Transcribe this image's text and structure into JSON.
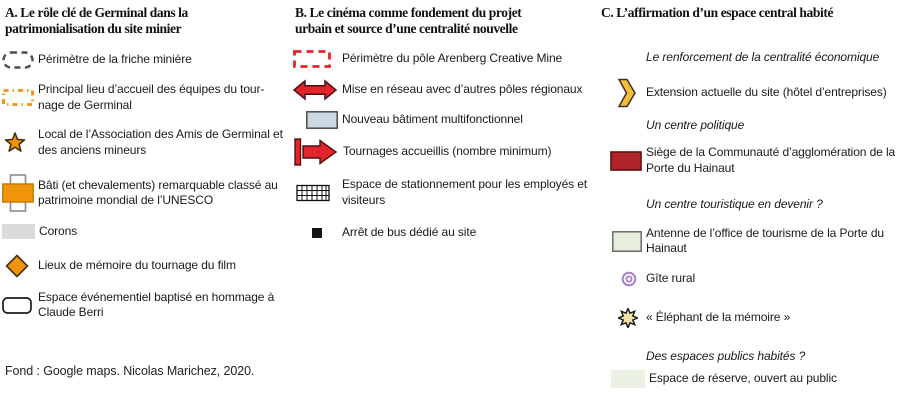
{
  "palette": {
    "orange": "#F0940C",
    "orange_border": "#c87d05",
    "dark_outline": "#453015",
    "grey_dash": "#4d4d4d",
    "grey_fill": "#DBDBDB",
    "red": "#E3242B",
    "red_outline": "#4e1114",
    "blue_grey": "#CBD7E3",
    "dark_red": "#B0252A",
    "yellow": "#F6BE35",
    "light_green": "#E6EEDC",
    "pale_green": "#EAF1E2",
    "purple": "#A77FC9",
    "cream": "#F2E2AC",
    "black": "#151515"
  },
  "columns": {
    "a": {
      "title": "A. Le rôle clé de Germinal dans la\npatrimonialisation du site minier",
      "items": [
        {
          "icon": "dashed-perimeter-icon",
          "label": "Périmètre de la friche minière"
        },
        {
          "icon": "dashed-rect-orange-icon",
          "label": "Principal lieu d’accueil des équipes du tour-\nnage de Germinal"
        },
        {
          "icon": "star-icon",
          "label": "Local de l’Association des Amis de Germinal et\ndes anciens mineurs"
        },
        {
          "icon": "unesco-building-icon",
          "label": "Bâti (et chevalements) remarquable classé au\npatrimoine mondial de l’UNESCO"
        },
        {
          "icon": "corons-swatch",
          "label": "Corons"
        },
        {
          "icon": "diamond-icon",
          "label": "Lieux de mémoire du tournage du film"
        },
        {
          "icon": "rounded-rect-icon",
          "label": "Espace événementiel baptisé en hommage à\nClaude Berri"
        }
      ]
    },
    "b": {
      "title": "B. Le cinéma comme fondement du projet\nurbain et source d’une centralité nouvelle",
      "items": [
        {
          "icon": "dashed-rect-red-icon",
          "label": "Périmètre du pôle Arenberg Creative Mine"
        },
        {
          "icon": "double-arrow-icon",
          "label": "Mise en réseau avec d’autres pôles régionaux"
        },
        {
          "icon": "building-swatch",
          "label": "Nouveau bâtiment multifonctionnel"
        },
        {
          "icon": "arrow-bar-icon",
          "label": "Tournages accueillis (nombre minimum)"
        },
        {
          "icon": "parking-grid-icon",
          "label": "Espace de stationnement pour les employés et\nvisiteurs"
        },
        {
          "icon": "bus-stop-icon",
          "label": "Arrêt de bus dédié au site"
        }
      ]
    },
    "c": {
      "title": "C. L’affirmation d’un espace central habité",
      "items": [
        {
          "icon": null,
          "label": "Le renforcement de la centralité économique",
          "style": "italic"
        },
        {
          "icon": "chevron-icon",
          "label": "Extension actuelle du site (hôtel d’entreprises)"
        },
        {
          "icon": null,
          "label": "Un centre politique",
          "style": "italic"
        },
        {
          "icon": "siege-swatch",
          "label": "Siège de la Communauté d’agglomération de la\nPorte du Hainaut"
        },
        {
          "icon": null,
          "label": "Un centre touristique en devenir ?",
          "style": "italic"
        },
        {
          "icon": "tourism-swatch",
          "label": "Antenne de l’office de tourisme de la Porte du\nHainaut"
        },
        {
          "icon": "gite-circle-icon",
          "label": "Gîte rural"
        },
        {
          "icon": "elephant-sun-icon",
          "label": "« Éléphant de la mémoire »"
        },
        {
          "icon": null,
          "label": "Des espaces publics habités ?",
          "style": "italic"
        },
        {
          "icon": "reserve-swatch",
          "label": "Espace de réserve, ouvert au public"
        }
      ]
    }
  },
  "footer": {
    "text": "Fond : Google maps. Nicolas Marichez, 2020."
  }
}
